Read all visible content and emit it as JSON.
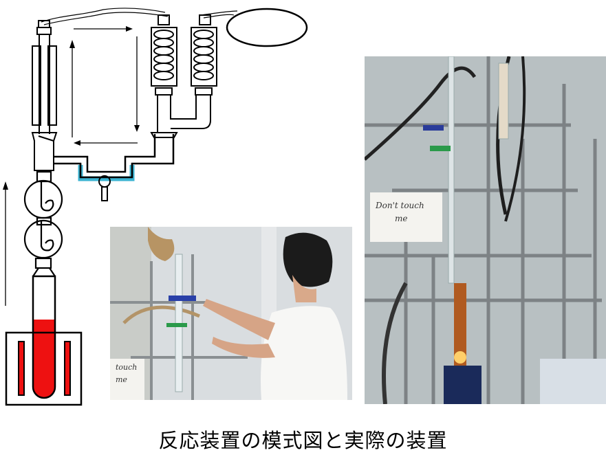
{
  "caption": "反応装置の模式図と実際の装置",
  "photo_left": {
    "sign_line1": "touch",
    "sign_line2": "me"
  },
  "photo_right": {
    "sign_line1": "Don't touch",
    "sign_line2": "me"
  },
  "colors": {
    "coolant": "#3bb3d1",
    "liquid": "#ee1111",
    "line": "#000000"
  }
}
